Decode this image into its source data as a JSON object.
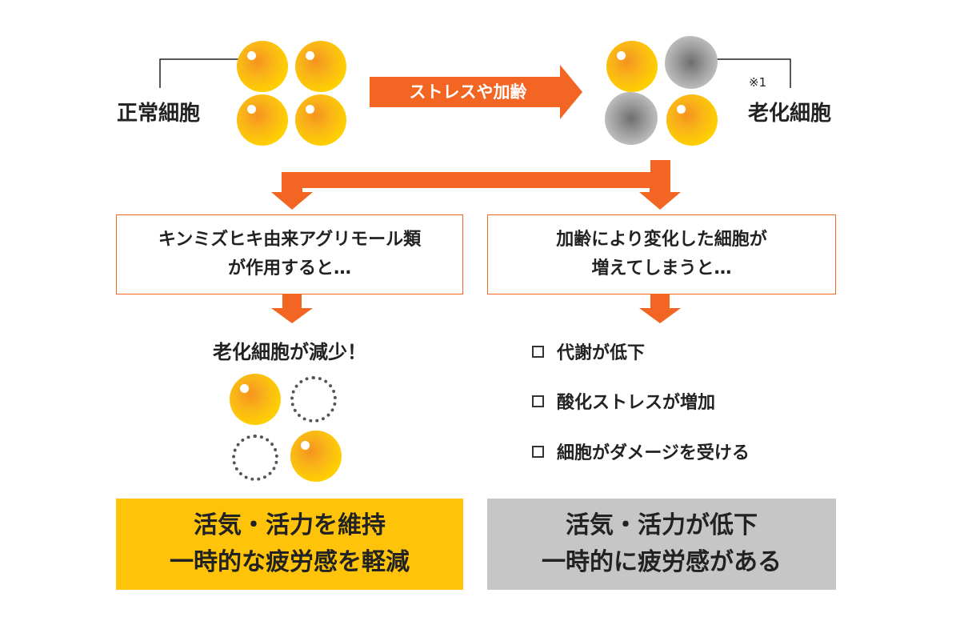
{
  "top": {
    "normal_label": "正常細胞",
    "arrow_label": "ストレスや加齢",
    "aged_note": "※1",
    "aged_label": "老化細胞"
  },
  "left": {
    "box_lines": [
      "キンミズヒキ由来アグリモール類",
      "が作用すると…"
    ],
    "outcome": "老化細胞が減少！",
    "result_lines": [
      "活気・活力を維持",
      "一時的な疲労感を軽減"
    ]
  },
  "right": {
    "box_lines": [
      "加齢により変化した細胞が",
      "増えてしまうと…"
    ],
    "checklist": [
      "代謝が低下",
      "酸化ストレスが増加",
      "細胞がダメージを受ける"
    ],
    "result_lines": [
      "活気・活力が低下",
      "一時的に疲労感がある"
    ]
  },
  "colors": {
    "accent": "#f26522",
    "cell_yellow": "#ffd000",
    "positive_panel": "#ffc40a",
    "negative_panel": "#c6c6c6"
  }
}
